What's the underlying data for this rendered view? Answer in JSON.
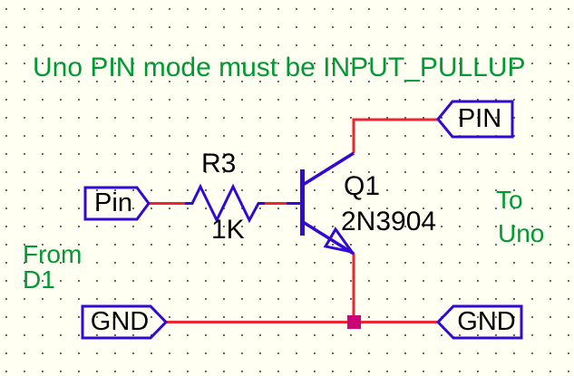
{
  "heading": "Uno PIN mode must be INPUT_PULLUP",
  "annotations": {
    "from": "From",
    "from_ref": "D1",
    "to": "To",
    "to_target": "Uno"
  },
  "ports": {
    "pin_left": "Pin",
    "pin_top_right": "PIN",
    "gnd_left": "GND",
    "gnd_right": "GND"
  },
  "components": {
    "resistor": {
      "ref": "R3",
      "value": "1K"
    },
    "transistor": {
      "ref": "Q1",
      "value": "2N3904"
    }
  },
  "colors": {
    "background": "#fffff2",
    "grid_dot": "#3a3a3a",
    "wire": "#ee2433",
    "component": "#3208d2",
    "junction": "#cc0577",
    "annotation_text": "#009933",
    "label_text": "#000000"
  }
}
